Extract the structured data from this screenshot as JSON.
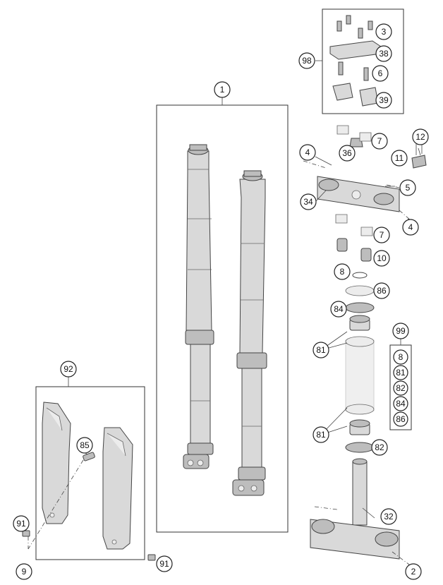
{
  "callouts": {
    "c1": "1",
    "c2": "2",
    "c3": "3",
    "c4a": "4",
    "c4b": "4",
    "c5": "5",
    "c6": "6",
    "c7a": "7",
    "c7b": "7",
    "c8": "8",
    "c9": "9",
    "c10": "10",
    "c11": "11",
    "c12": "12",
    "c32": "32",
    "c34": "34",
    "c36": "36",
    "c38": "38",
    "c39": "39",
    "c81a": "81",
    "c81b": "81",
    "c82": "82",
    "c84": "84",
    "c85": "85",
    "c86": "86",
    "c91a": "91",
    "c91b": "91",
    "c92": "92",
    "c98": "98",
    "c99": "99"
  },
  "kit99": [
    "8",
    "81",
    "82",
    "84",
    "86"
  ]
}
